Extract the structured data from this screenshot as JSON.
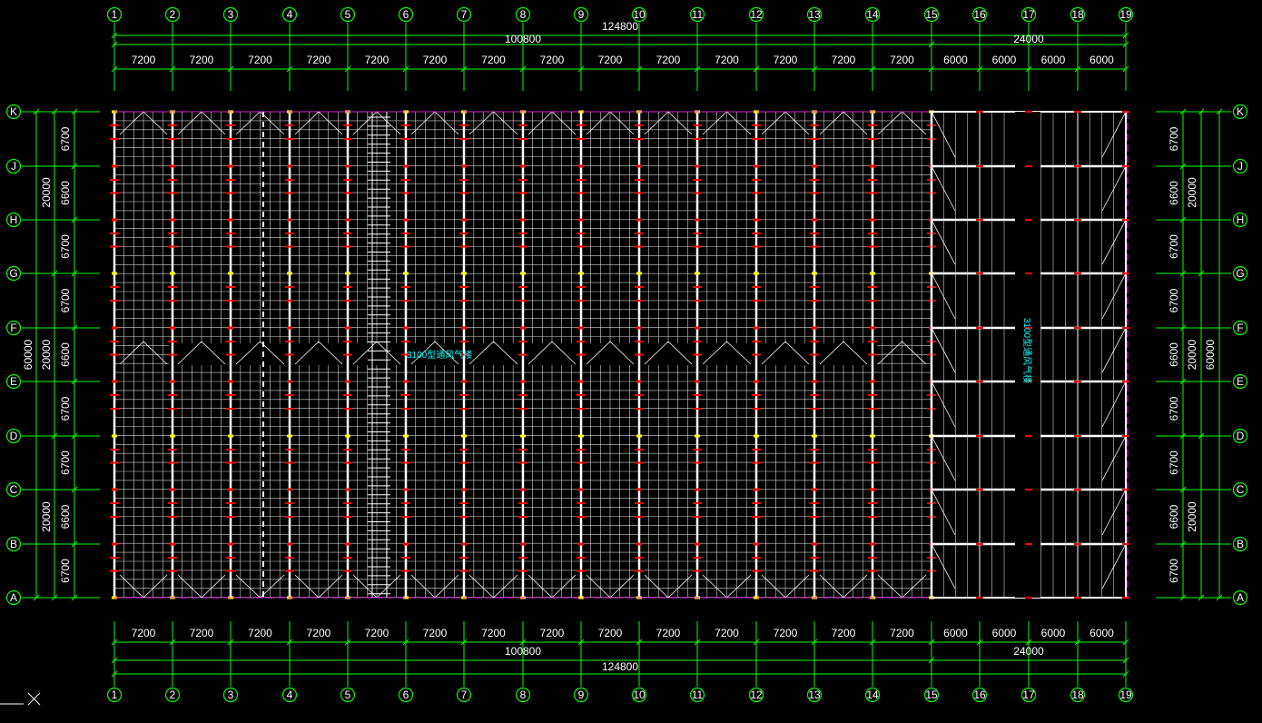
{
  "drawing": {
    "col_axes": [
      "1",
      "2",
      "3",
      "4",
      "5",
      "6",
      "7",
      "8",
      "9",
      "10",
      "11",
      "12",
      "13",
      "14",
      "15",
      "16",
      "17",
      "18",
      "19"
    ],
    "row_axes": [
      "K",
      "J",
      "H",
      "G",
      "F",
      "E",
      "D",
      "C",
      "B",
      "A"
    ],
    "top_bays": [
      "7200",
      "7200",
      "7200",
      "7200",
      "7200",
      "7200",
      "7200",
      "7200",
      "7200",
      "7200",
      "7200",
      "7200",
      "7200",
      "7200",
      "6000",
      "6000",
      "6000",
      "6000"
    ],
    "bottom_bays": [
      "7200",
      "7200",
      "7200",
      "7200",
      "7200",
      "7200",
      "7200",
      "7200",
      "7200",
      "7200",
      "7200",
      "7200",
      "7200",
      "7200",
      "6000",
      "6000",
      "6000",
      "6000"
    ],
    "overall_width": "124800",
    "main_zone_width": "100800",
    "annex_zone_width": "24000",
    "row_spacings": [
      "6700",
      "6600",
      "6700",
      "6700",
      "6600",
      "6700",
      "6700",
      "6600",
      "6700"
    ],
    "row_groups": [
      "20000",
      "20000",
      "20000"
    ],
    "overall_depth": "60000",
    "vent_label_main": "3100型通风气楼",
    "vent_label_annex": "3100型通风气楼"
  },
  "colors": {
    "background": "#000000",
    "dimension": "#00ff00",
    "members": "#ffffff",
    "purlin_marks": "#ff0000",
    "column_marks": "#ffff00",
    "edge_dash": "#ff00ff",
    "annotation": "#00ffff"
  }
}
